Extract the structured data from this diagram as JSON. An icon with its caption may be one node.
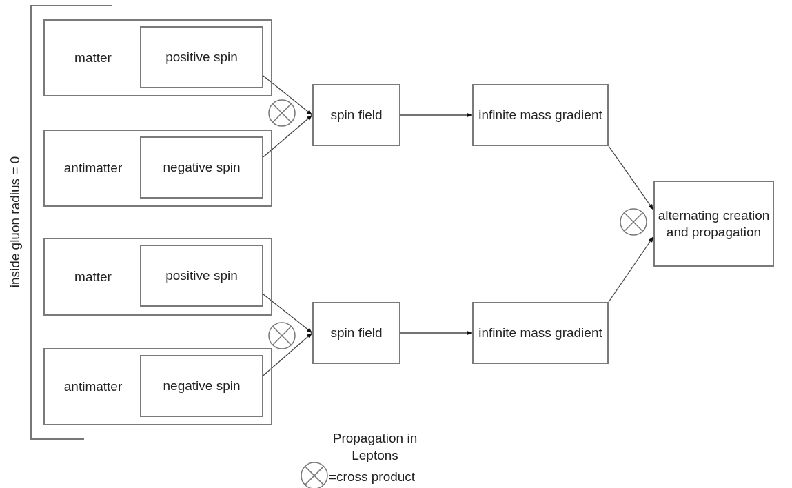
{
  "diagram": {
    "nodes": [
      {
        "text": [
          "matter"
        ]
      },
      {
        "text": [
          "positive spin"
        ],
        "in": 0
      },
      {
        "text": [
          "antimatter"
        ]
      },
      {
        "text": [
          "negative spin"
        ],
        "in": 2
      },
      {
        "text": [
          "spin field"
        ]
      },
      {
        "text": [
          "infinite mass gradient"
        ]
      },
      {
        "text": [
          "matter"
        ]
      },
      {
        "text": [
          "positive spin"
        ],
        "in": 6
      },
      {
        "text": [
          "antimatter"
        ]
      },
      {
        "text": [
          "negative spin"
        ],
        "in": 8
      },
      {
        "text": [
          "spin field"
        ]
      },
      {
        "text": [
          "infinite mass gradient"
        ]
      },
      {
        "text": [
          "alternating creation and propagation"
        ]
      }
    ],
    "edges": [
      {
        "from": 1,
        "to": 4,
        "arrow": "to"
      },
      {
        "from": 3,
        "to": 4,
        "arrow": "to"
      },
      {
        "from": 4,
        "to": 5,
        "arrow": "to"
      },
      {
        "from": 7,
        "to": 10,
        "arrow": "to"
      },
      {
        "from": 9,
        "to": 10,
        "arrow": "to"
      },
      {
        "from": 10,
        "to": 11,
        "arrow": "to"
      },
      {
        "from": 5,
        "to": 12,
        "arrow": "to"
      },
      {
        "from": 11,
        "to": 12,
        "arrow": "to"
      }
    ],
    "labels": [
      "inside gluon radius = 0",
      "Propagation in Leptons"
    ],
    "legend": [
      {
        "text": "=cross product"
      }
    ]
  }
}
